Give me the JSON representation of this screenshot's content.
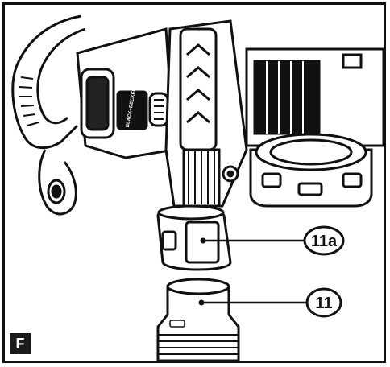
{
  "figure": {
    "letter": "F"
  },
  "callouts": [
    {
      "id": "callout-11a",
      "label": "11a"
    },
    {
      "id": "callout-11",
      "label": "11"
    }
  ],
  "brand_badge_text": "BLACK+DECKER",
  "colors": {
    "line": "#111111",
    "fill_dark": "#1a1a1a",
    "fill_light": "#ffffff",
    "grip_dark": "#222222"
  }
}
